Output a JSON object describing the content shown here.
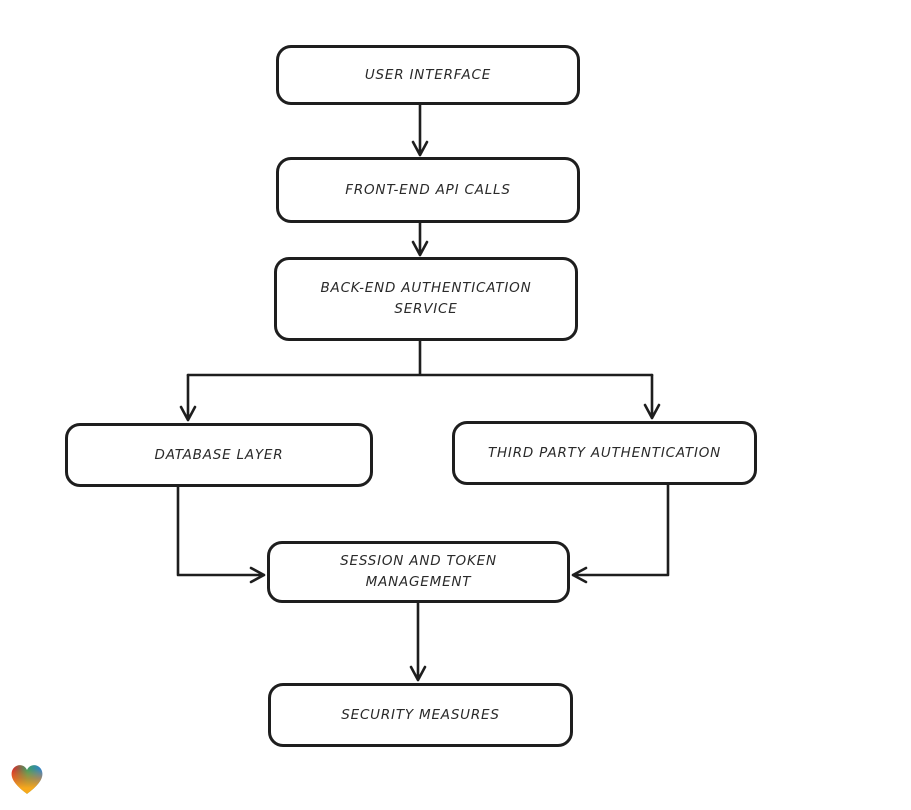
{
  "diagram": {
    "background_color": "#ffffff",
    "stroke_color": "#1e1e1e",
    "text_color": "#2a2a2a",
    "style": "hand-drawn-flowchart",
    "nodes": [
      {
        "id": "user-interface",
        "label": "USER INTERFACE"
      },
      {
        "id": "front-end-api-calls",
        "label": "FRONT-END API CALLS"
      },
      {
        "id": "back-end-authentication-service",
        "label": "BACK-END AUTHENTICATION SERVICE"
      },
      {
        "id": "database-layer",
        "label": "DATABASE LAYER"
      },
      {
        "id": "third-party-authentication",
        "label": "THIRD PARTY AUTHENTICATION"
      },
      {
        "id": "session-and-token-management",
        "label": "SESSION AND TOKEN MANAGEMENT"
      },
      {
        "id": "security-measures",
        "label": "SECURITY MEASURES"
      }
    ],
    "edges": [
      {
        "from": "user-interface",
        "to": "front-end-api-calls"
      },
      {
        "from": "front-end-api-calls",
        "to": "back-end-authentication-service"
      },
      {
        "from": "back-end-authentication-service",
        "to": "database-layer"
      },
      {
        "from": "back-end-authentication-service",
        "to": "third-party-authentication"
      },
      {
        "from": "database-layer",
        "to": "session-and-token-management"
      },
      {
        "from": "third-party-authentication",
        "to": "session-and-token-management"
      },
      {
        "from": "session-and-token-management",
        "to": "security-measures"
      }
    ],
    "logo": {
      "name": "gradient-heart-logo",
      "colors": {
        "red": "#e02727",
        "green": "#3f9e63",
        "blue": "#2e7fd6",
        "orange": "#f49d1d"
      }
    }
  }
}
